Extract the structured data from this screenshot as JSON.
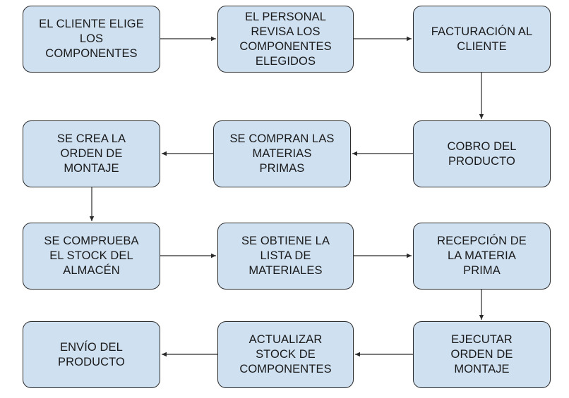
{
  "diagram": {
    "nodes": [
      {
        "id": "n1",
        "label": "EL CLIENTE ELIGE\nLOS\nCOMPONENTES"
      },
      {
        "id": "n2",
        "label": "EL PERSONAL\nREVISA LOS\nCOMPONENTES\nELEGIDOS"
      },
      {
        "id": "n3",
        "label": "FACTURACIÓN AL\nCLIENTE"
      },
      {
        "id": "n4",
        "label": "SE CREA LA\nORDEN DE\nMONTAJE"
      },
      {
        "id": "n5",
        "label": "SE COMPRAN LAS\nMATERIAS\nPRIMAS"
      },
      {
        "id": "n6",
        "label": "COBRO DEL\nPRODUCTO"
      },
      {
        "id": "n7",
        "label": "SE COMPRUEBA\nEL STOCK DEL\nALMACÉN"
      },
      {
        "id": "n8",
        "label": "SE OBTIENE LA\nLISTA DE\nMATERIALES"
      },
      {
        "id": "n9",
        "label": "RECEPCIÓN DE\nLA MATERIA\nPRIMA"
      },
      {
        "id": "n10",
        "label": "ENVÍO DEL\nPRODUCTO"
      },
      {
        "id": "n11",
        "label": "ACTUALIZAR\nSTOCK DE\nCOMPONENTES"
      },
      {
        "id": "n12",
        "label": "EJECUTAR\nORDEN DE\nMONTAJE"
      }
    ],
    "edges": [
      {
        "from": "n1",
        "to": "n2"
      },
      {
        "from": "n2",
        "to": "n3"
      },
      {
        "from": "n3",
        "to": "n6"
      },
      {
        "from": "n6",
        "to": "n5"
      },
      {
        "from": "n5",
        "to": "n4"
      },
      {
        "from": "n4",
        "to": "n7"
      },
      {
        "from": "n7",
        "to": "n8"
      },
      {
        "from": "n8",
        "to": "n9"
      },
      {
        "from": "n9",
        "to": "n12"
      },
      {
        "from": "n12",
        "to": "n11"
      },
      {
        "from": "n11",
        "to": "n10"
      }
    ],
    "colors": {
      "box_fill": "#cfe0f1",
      "box_border": "#2b2b2b",
      "text": "#1a1a1a",
      "connector": "#2b2b2b"
    }
  }
}
